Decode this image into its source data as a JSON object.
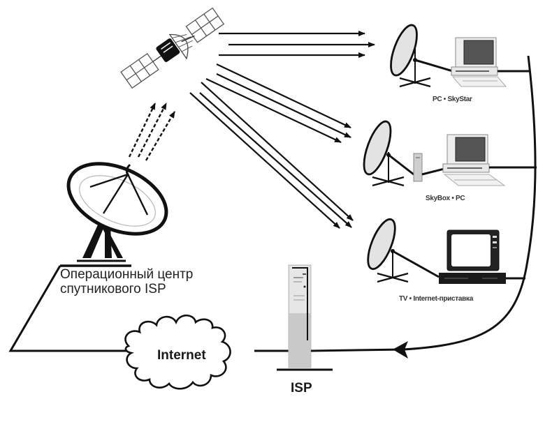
{
  "diagram": {
    "title": "",
    "nodes": [
      {
        "id": "satellite",
        "label": "",
        "icon": "satellite-icon"
      },
      {
        "id": "ops-center",
        "label_lines": [
          "Операционный центр",
          "спутникового ISP"
        ],
        "icon": "ground-station-dish-icon"
      },
      {
        "id": "client-1",
        "label": "PC • SkyStar",
        "icons": [
          "dish-icon",
          "computer-icon"
        ]
      },
      {
        "id": "client-2",
        "label": "SkyBox • PC",
        "icons": [
          "dish-icon",
          "modem-box-icon",
          "computer-icon"
        ]
      },
      {
        "id": "client-3",
        "label": "TV • Internet-приставка",
        "icons": [
          "dish-icon",
          "tv-icon",
          "set-top-box-icon"
        ]
      },
      {
        "id": "internet",
        "label": "Internet",
        "icon": "cloud-icon"
      },
      {
        "id": "isp",
        "label": "ISP",
        "icon": "server-tower-icon"
      }
    ],
    "edges": [
      {
        "from": "ops-center",
        "to": "satellite",
        "type": "uplink",
        "rays": 3
      },
      {
        "from": "satellite",
        "to": "client-1",
        "type": "downlink",
        "rays": 3
      },
      {
        "from": "satellite",
        "to": "client-2",
        "type": "downlink",
        "rays": 3
      },
      {
        "from": "satellite",
        "to": "client-3",
        "type": "downlink",
        "rays": 3
      },
      {
        "from": "client-1",
        "to": "isp",
        "type": "return-line"
      },
      {
        "from": "client-2",
        "to": "isp",
        "type": "return-line"
      },
      {
        "from": "client-3",
        "to": "isp",
        "type": "return-line"
      },
      {
        "from": "isp",
        "to": "internet",
        "type": "wire"
      },
      {
        "from": "internet",
        "to": "ops-center",
        "type": "wire"
      }
    ]
  },
  "labels": {
    "ops_line1": "Операционный центр",
    "ops_line2": "спутникового ISP",
    "client1": "PC • SkyStar",
    "client2": "SkyBox • PC",
    "client3": "TV • Internet-приставка",
    "internet": "Internet",
    "isp": "ISP"
  },
  "colors": {
    "line": "#111111",
    "screen": "#555555",
    "gray": "#bdbdbd",
    "light": "#e4e4e4"
  }
}
